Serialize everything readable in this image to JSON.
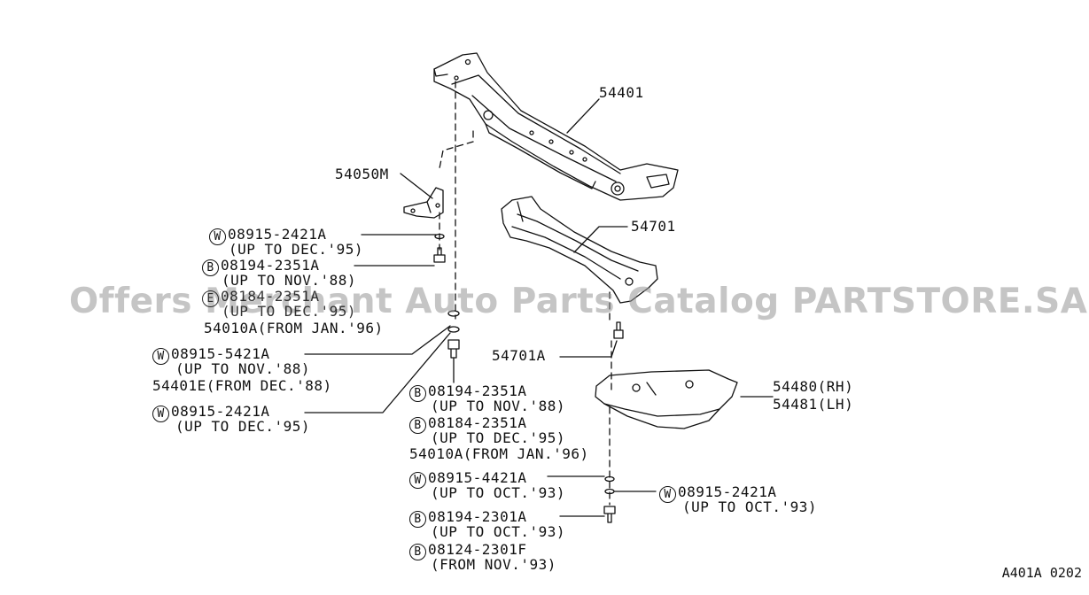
{
  "watermark": "Offers Merchant Auto Parts Catalog PARTSTORE.SA",
  "diagram_code": "A401A 0202",
  "labels": {
    "p54401": "54401",
    "p54050M": "54050M",
    "p54701": "54701",
    "p54701A": "54701A",
    "p54480": "54480(RH)",
    "p54481": "54481(LH)",
    "w_left1": {
      "symbol": "W",
      "code": "08915-2421A",
      "note": "(UP TO DEC.'95)"
    },
    "b_left1": {
      "symbol": "B",
      "code": "08194-2351A",
      "note": "(UP TO NOV.'88)"
    },
    "e_left": {
      "symbol": "E",
      "code": "08184-2351A",
      "note": "(UP TO DEC.'95)"
    },
    "p54010A_left": "54010A(FROM JAN.'96)",
    "w_left2": {
      "symbol": "W",
      "code": "08915-5421A",
      "note": "(UP TO NOV.'88)"
    },
    "p54401E": "54401E(FROM DEC.'88)",
    "w_left3": {
      "symbol": "W",
      "code": "08915-2421A",
      "note": "(UP TO DEC.'95)"
    },
    "b_mid1": {
      "symbol": "B",
      "code": "08194-2351A",
      "note": "(UP TO NOV.'88)"
    },
    "b_mid2": {
      "symbol": "B",
      "code": "08184-2351A",
      "note": "(UP TO DEC.'95)"
    },
    "p54010A_mid": "54010A(FROM JAN.'96)",
    "w_mid": {
      "symbol": "W",
      "code": "08915-4421A",
      "note": "(UP TO OCT.'93)"
    },
    "b_mid3": {
      "symbol": "B",
      "code": "08194-2301A",
      "note": "(UP TO OCT.'93)"
    },
    "b_mid4": {
      "symbol": "B",
      "code": "08124-2301F",
      "note": "(FROM NOV.'93)"
    },
    "w_right": {
      "symbol": "W",
      "code": "08915-2421A",
      "note": "(UP TO OCT.'93)"
    }
  }
}
